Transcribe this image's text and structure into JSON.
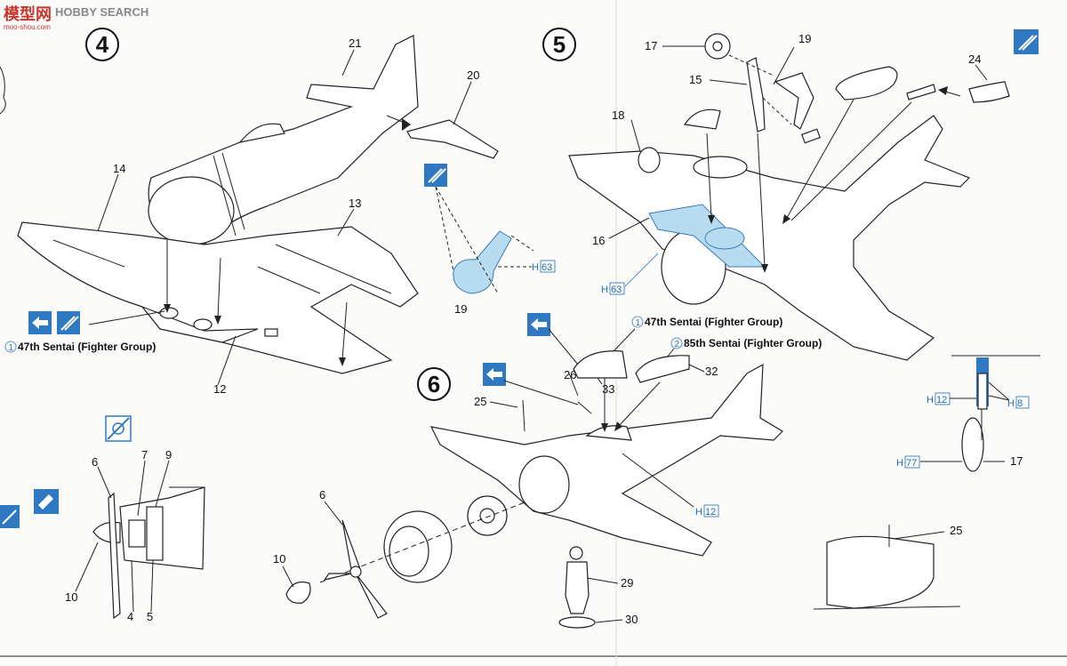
{
  "watermark": {
    "chinese": "模型网",
    "brand": "HOBBY SEARCH",
    "site": "moo-shou.com"
  },
  "steps": {
    "s4": "4",
    "s5": "5",
    "s6": "6"
  },
  "labels": {
    "p21": "21",
    "p20": "20",
    "p14": "14",
    "p13": "13",
    "p12": "12",
    "p19a": "19",
    "p17a": "17",
    "p19b": "19",
    "p15": "15",
    "p24": "24",
    "p18": "18",
    "p16": "16",
    "p26": "26",
    "p33": "33",
    "p32": "32",
    "p25a": "25",
    "p7": "7",
    "p9": "9",
    "p6a": "6",
    "p10a": "10",
    "p4": "4",
    "p5": "5",
    "p6b": "6",
    "p10b": "10",
    "p29": "29",
    "p30": "30",
    "p17b": "17",
    "p25b": "25"
  },
  "hrefs": {
    "h63a": "H 63",
    "h63b": "H 63",
    "h12a": "H 12",
    "h8": "H 8",
    "h77": "H 77",
    "h12b": "H 12"
  },
  "sentai": {
    "one_47_left": "47th Sentai (Fighter Group)",
    "one_47_right": "47th Sentai (Fighter Group)",
    "two_85": "85th Sentai (Fighter Group)",
    "n1a": "1",
    "n1b": "1",
    "n2": "2"
  },
  "colors": {
    "accent_blue": "#2f79c2",
    "part_blue": "#b8dcef",
    "ink": "#222222"
  }
}
